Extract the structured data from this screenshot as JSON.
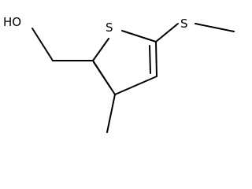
{
  "molecule": {
    "atoms": {
      "hydroxyl": "HO",
      "ring_sulfur": "S",
      "thioether_sulfur": "S"
    }
  },
  "colors": {
    "bond": "#000000",
    "label": "#000000",
    "background": "#ffffff"
  }
}
